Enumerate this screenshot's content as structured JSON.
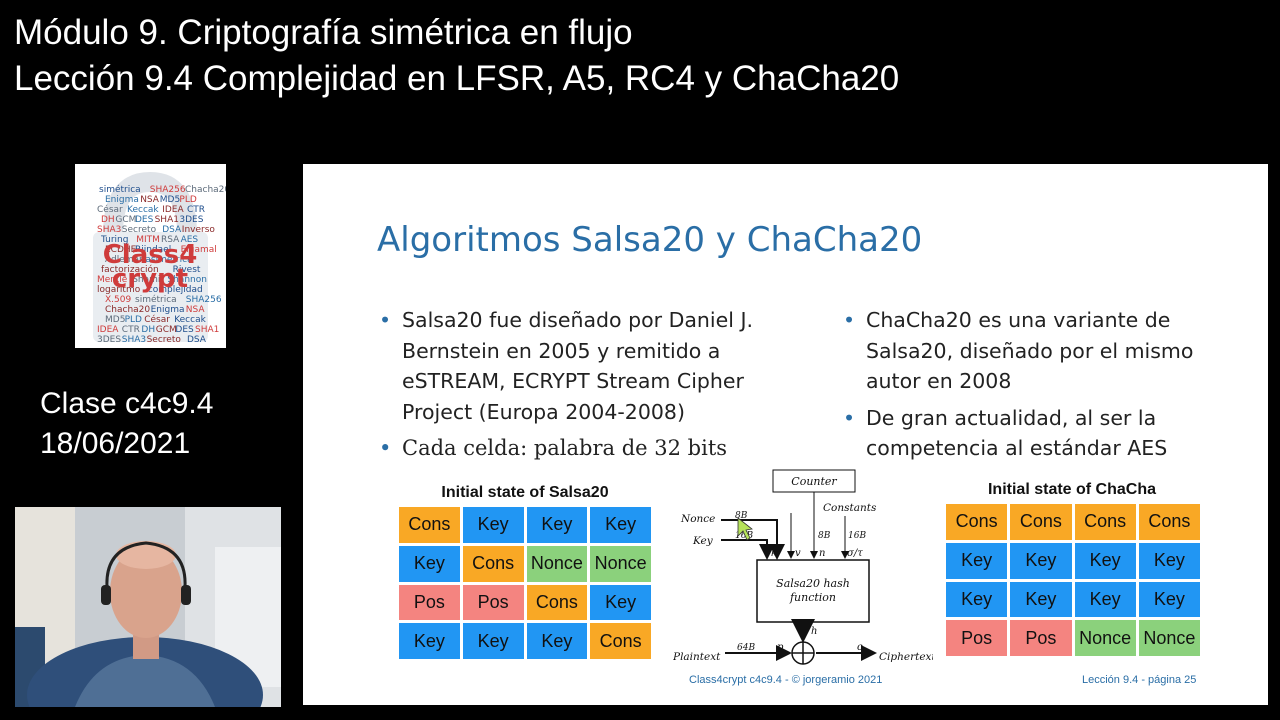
{
  "header": {
    "line1": "Módulo 9. Criptografía simétrica en flujo",
    "line2": "Lección 9.4 Complejidad en LFSR, A5, RC4 y ChaCha20"
  },
  "logo": {
    "brand_top": "Class4",
    "brand_bottom": "crypt",
    "words": [
      "simétrica",
      "SHA256",
      "Chacha20",
      "Enigma",
      "NSA",
      "MD5",
      "PLD",
      "César",
      "Keccak",
      "IDEA",
      "CTR",
      "DH",
      "GCM",
      "DES",
      "SHA1",
      "3DES",
      "SHA3",
      "Secreto",
      "DSA",
      "Inverso",
      "Turing",
      "MITM",
      "RSA",
      "AES",
      "ECDHE",
      "Rijndael",
      "Elgamal",
      "Adleman",
      "asimétrica",
      "factorización",
      "Rivest",
      "Merkle",
      "Shamir",
      "Shannon",
      "logaritmo",
      "complejidad",
      "X.509"
    ]
  },
  "class_info": {
    "code": "Clase c4c9.4",
    "date": "18/06/2021"
  },
  "slide": {
    "title": "Algoritmos Salsa20 y ChaCha20",
    "left_bullets": [
      "Salsa20 fue diseñado por Daniel J. Bernstein en 2005 y remitido a eSTREAM, ECRYPT Stream Cipher Project (Europa 2004-2008)",
      "Cada celda: palabra de 32 bits"
    ],
    "right_bullets": [
      "ChaCha20 es una variante de Salsa20, diseñado por el mismo autor en 2008",
      "De gran actualidad, al ser la competencia al estándar AES"
    ],
    "salsa_title": "Initial state of Salsa20",
    "salsa_grid": [
      [
        "Cons",
        "Key",
        "Key",
        "Key"
      ],
      [
        "Key",
        "Cons",
        "Nonce",
        "Nonce"
      ],
      [
        "Pos",
        "Pos",
        "Cons",
        "Key"
      ],
      [
        "Key",
        "Key",
        "Key",
        "Cons"
      ]
    ],
    "chacha_title": "Initial state of ChaCha",
    "chacha_grid": [
      [
        "Cons",
        "Cons",
        "Cons",
        "Cons"
      ],
      [
        "Key",
        "Key",
        "Key",
        "Key"
      ],
      [
        "Key",
        "Key",
        "Key",
        "Key"
      ],
      [
        "Pos",
        "Pos",
        "Nonce",
        "Nonce"
      ]
    ],
    "diagram": {
      "counter": "Counter",
      "constants": "Constants",
      "nonce": "Nonce",
      "key": "Key",
      "hash_line1": "Salsa20 hash",
      "hash_line2": "function",
      "plaintext": "Plaintext",
      "ciphertext": "Ciphertext",
      "l8b_nonce": "8B",
      "l16b_key": "16B",
      "l8b_counter": "8B",
      "l16b_const": "16B",
      "lk": "k",
      "lv": "v",
      "ln": "n",
      "lsigma": "σ/τ",
      "lh": "h",
      "l64b": "64B",
      "lp": "p",
      "lc": "c"
    },
    "footer_center": "Class4crypt c4c9.4 - © jorgeramio 2021",
    "footer_right": "Lección 9.4 - página 25"
  },
  "cell_colors": {
    "Cons": "#f9a825",
    "Key": "#2196f3",
    "Nonce": "#8bd17c",
    "Pos": "#f48480"
  },
  "title_color": "#2a6ea6"
}
